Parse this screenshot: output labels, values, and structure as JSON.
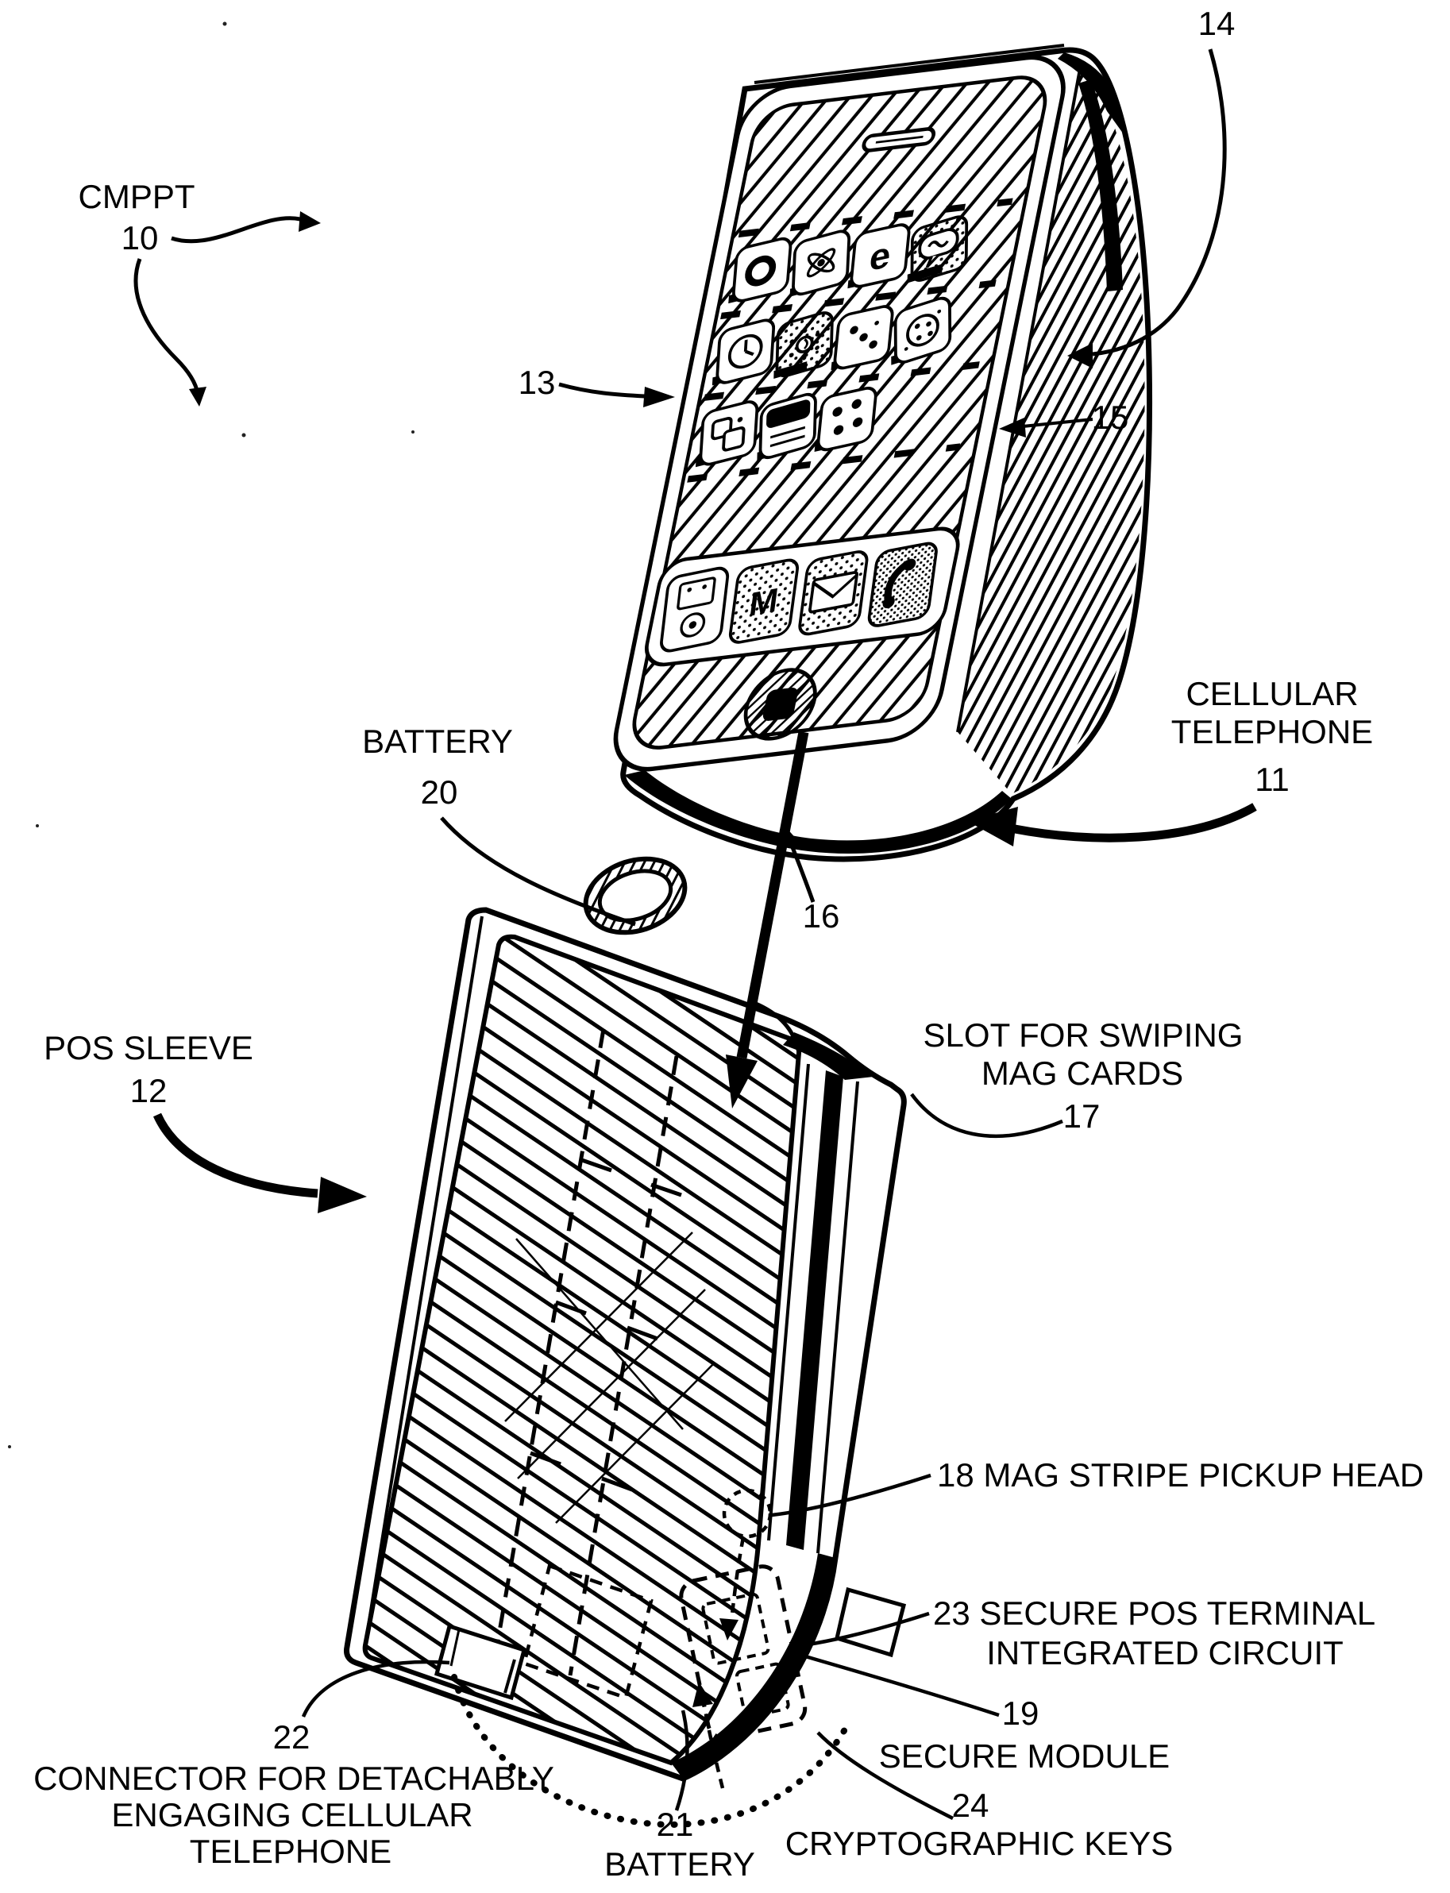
{
  "title": "Patent figure: cellular telephone with POS sleeve",
  "colors": {
    "ink": "#000000",
    "paper": "#ffffff"
  },
  "labels": {
    "cmppt": {
      "text": "CMPPT",
      "num": "10"
    },
    "touchscreen": {
      "num": "13"
    },
    "phone_front": {
      "num": "14"
    },
    "phone_side": {
      "num": "15"
    },
    "cellular_telephone": {
      "line1": "CELLULAR",
      "line2": "TELEPHONE",
      "num": "11"
    },
    "phone_bottom": {
      "num": "16"
    },
    "sleeve_battery_top": {
      "text": "BATTERY",
      "num": "20"
    },
    "pos_sleeve": {
      "text": "POS SLEEVE",
      "num": "12"
    },
    "mag_slot": {
      "line1": "SLOT FOR SWIPING",
      "line2": "MAG CARDS",
      "num": "17"
    },
    "pickup_head": {
      "text": "18 MAG STRIPE PICKUP HEAD"
    },
    "secure_ic": {
      "line1": "23 SECURE POS TERMINAL",
      "line2": "INTEGRATED CIRCUIT"
    },
    "secure_module": {
      "num": "19",
      "text": "SECURE MODULE"
    },
    "crypto_keys": {
      "num": "24",
      "text": "CRYPTOGRAPHIC KEYS"
    },
    "sleeve_battery_bottom": {
      "num": "21",
      "text": "BATTERY"
    },
    "connector": {
      "num": "22",
      "line1": "CONNECTOR FOR DETACHABLY",
      "line2": "ENGAGING CELLULAR",
      "line3": "TELEPHONE"
    }
  },
  "phone": {
    "icon_letter_e": "e",
    "icon_letter_m": "M",
    "grid_icons": [
      "camera-icon",
      "atom-icon",
      "browser-e-icon",
      "chat-icon",
      "clock-icon",
      "photos-icon",
      "dice-icon",
      "cookie-icon",
      "boxes-icon",
      "calculator-icon",
      "domino-icon"
    ],
    "dock_icons": [
      "media-player-icon",
      "music-icon",
      "mail-icon",
      "phone-icon"
    ]
  }
}
